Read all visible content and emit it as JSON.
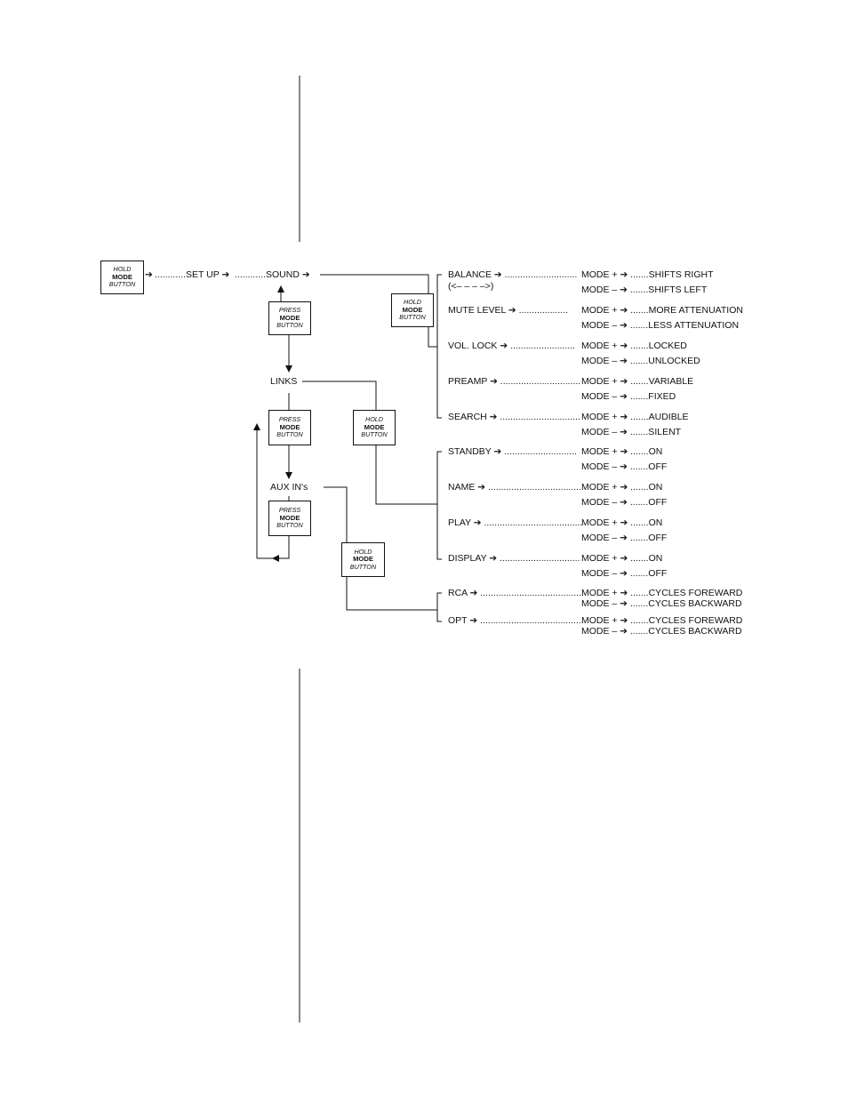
{
  "buttons": {
    "hold_top": "HOLD",
    "hold_mid": "MODE",
    "hold_bot": "BUTTON",
    "press_top": "PRESS",
    "press_mid": "MODE",
    "press_bot": "BUTTON"
  },
  "chain": {
    "setup": "............SET UP ➔",
    "sound": "............SOUND ➔",
    "lead_arrow": "➔",
    "links": "LINKS",
    "aux": "AUX IN's"
  },
  "menu": {
    "rows": [
      {
        "label": "BALANCE  ➔ ............................",
        "plus": "MODE + ➔ .......SHIFTS RIGHT",
        "minus": "MODE –  ➔ .......SHIFTS LEFT"
      },
      {
        "label": "MUTE LEVEL ➔ ...................",
        "plus": "MODE + ➔ .......MORE ATTENUATION",
        "minus": "MODE –  ➔ .......LESS ATTENUATION"
      },
      {
        "label": "VOL. LOCK ➔ .........................",
        "plus": "MODE + ➔ .......LOCKED",
        "minus": "MODE –  ➔ .......UNLOCKED"
      },
      {
        "label": "PREAMP ➔ ...............................",
        "plus": "MODE + ➔ .......VARIABLE",
        "minus": "MODE –  ➔ .......FIXED"
      },
      {
        "label": "SEARCH ➔ ...............................",
        "plus": "MODE + ➔ .......AUDIBLE",
        "minus": "MODE –  ➔ .......SILENT"
      },
      {
        "label": "STANDBY ➔ ............................",
        "plus": "MODE + ➔ .......ON",
        "minus": "MODE –  ➔ .......OFF"
      },
      {
        "label": "NAME ➔ ....................................",
        "plus": "MODE + ➔ .......ON",
        "minus": "MODE –  ➔ .......OFF"
      },
      {
        "label": "PLAY ➔ ......................................",
        "plus": "MODE + ➔ .......ON",
        "minus": "MODE –  ➔ .......OFF"
      },
      {
        "label": "DISPLAY ➔ ...............................",
        "plus": "MODE + ➔ .......ON",
        "minus": "MODE –  ➔ .......OFF"
      },
      {
        "label": "RCA ➔ ........................................",
        "plus": "MODE + ➔ .......CYCLES FOREWARD",
        "minus": "MODE –  ➔ .......CYCLES BACKWARD"
      },
      {
        "label": "OPT ➔ ........................................",
        "plus": "MODE + ➔ .......CYCLES FOREWARD",
        "minus": "MODE –  ➔ .......CYCLES BACKWARD"
      }
    ],
    "balance_note": "(<– –    – –>)"
  }
}
